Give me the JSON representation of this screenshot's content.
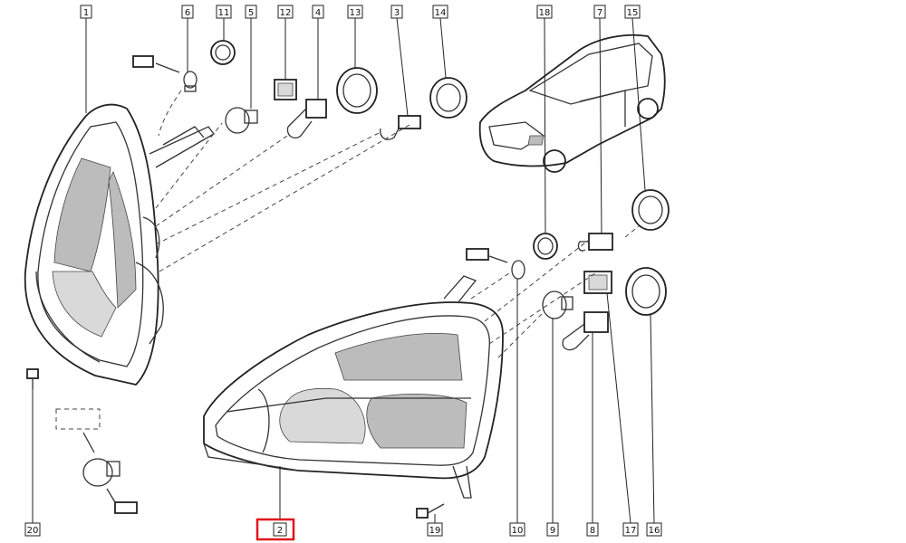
{
  "diagram": {
    "callouts": [
      {
        "id": "c1",
        "text": "1"
      },
      {
        "id": "c6",
        "text": "6"
      },
      {
        "id": "c11",
        "text": "11"
      },
      {
        "id": "c5",
        "text": "5"
      },
      {
        "id": "c12",
        "text": "12"
      },
      {
        "id": "c4",
        "text": "4"
      },
      {
        "id": "c13",
        "text": "13"
      },
      {
        "id": "c3",
        "text": "3"
      },
      {
        "id": "c14",
        "text": "14"
      },
      {
        "id": "c18",
        "text": "18"
      },
      {
        "id": "c7",
        "text": "7"
      },
      {
        "id": "c15",
        "text": "15"
      },
      {
        "id": "c20",
        "text": "20"
      },
      {
        "id": "c2",
        "text": "2",
        "highlighted": true
      },
      {
        "id": "c19",
        "text": "19"
      },
      {
        "id": "c10",
        "text": "10"
      },
      {
        "id": "c9",
        "text": "9"
      },
      {
        "id": "c8",
        "text": "8"
      },
      {
        "id": "c17",
        "text": "17"
      },
      {
        "id": "c16",
        "text": "16"
      }
    ],
    "colors": {
      "line": "#333333",
      "highlight": "#e0151b",
      "background": "#ffffff"
    }
  }
}
